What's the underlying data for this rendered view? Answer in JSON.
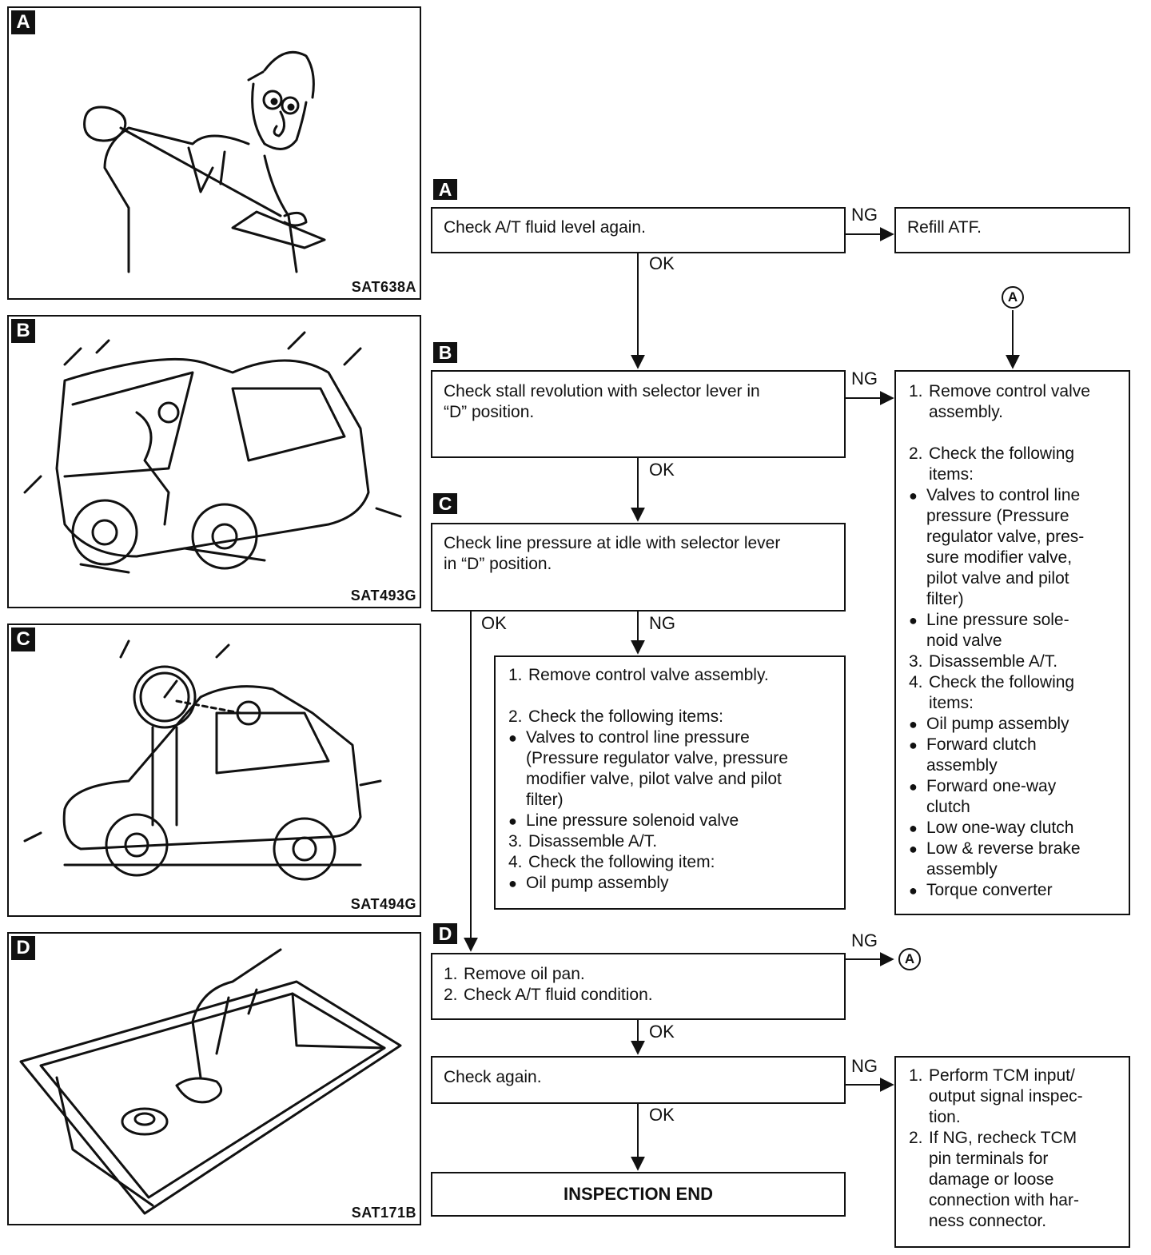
{
  "panels": [
    {
      "tag": "A",
      "code": "SAT638A",
      "icon": "mechanic-checking-dipstick"
    },
    {
      "tag": "B",
      "code": "SAT493G",
      "icon": "car-stall-test"
    },
    {
      "tag": "C",
      "code": "SAT494G",
      "icon": "car-line-pressure-gauge"
    },
    {
      "tag": "D",
      "code": "SAT171B",
      "icon": "oil-pan-inspection"
    }
  ],
  "steps": {
    "A": "A",
    "B": "B",
    "C": "C",
    "D": "D"
  },
  "boxes": {
    "check_fluid": "Check A/T fluid level again.",
    "refill": "Refill ATF.",
    "stall_1": "Check stall revolution with selector lever in",
    "stall_2": "“D” position.",
    "line_1": "Check line pressure at idle with selector lever",
    "line_2": "in “D” position.",
    "oilpan_1": "Remove oil pan.",
    "oilpan_2": "Check A/T fluid condition.",
    "check_again": "Check again.",
    "end": "INSPECTION END"
  },
  "right_box": {
    "n1": "1.",
    "l1a": "Remove control valve",
    "l1b": "assembly.",
    "n2": "2.",
    "l2a": "Check the following",
    "l2b": "items:",
    "b1a": "Valves to control line",
    "b1b": "pressure (Pressure",
    "b1c": "regulator valve, pres-",
    "b1d": "sure modifier valve,",
    "b1e": "pilot valve and pilot",
    "b1f": "filter)",
    "b2a": "Line pressure sole-",
    "b2b": "noid valve",
    "n3": "3.",
    "l3": "Disassemble A/T.",
    "n4": "4.",
    "l4a": "Check the following",
    "l4b": "items:",
    "c1": "Oil pump assembly",
    "c2a": "Forward clutch",
    "c2b": "assembly",
    "c3a": "Forward one-way",
    "c3b": "clutch",
    "c4": "Low one-way clutch",
    "c5a": "Low & reverse brake",
    "c5b": "assembly",
    "c6": "Torque converter"
  },
  "mid_box": {
    "n1": "1.",
    "l1": "Remove control valve assembly.",
    "n2": "2.",
    "l2": "Check the following items:",
    "b1a": "Valves to control line pressure",
    "b1b": "(Pressure regulator valve, pressure",
    "b1c": "modifier valve, pilot valve and pilot",
    "b1d": "filter)",
    "b2": "Line pressure solenoid valve",
    "n3": "3.",
    "l3": "Disassemble A/T.",
    "n4": "4.",
    "l4": "Check the following item:",
    "b3": "Oil pump assembly"
  },
  "tcm_box": {
    "n1": "1.",
    "l1a": "Perform TCM input/",
    "l1b": "output signal inspec-",
    "l1c": "tion.",
    "n2": "2.",
    "l2a": "If NG, recheck TCM",
    "l2b": "pin terminals for",
    "l2c": "damage or loose",
    "l2d": "connection with har-",
    "l2e": "ness connector."
  },
  "labels": {
    "ok": "OK",
    "ng": "NG",
    "connector": "A"
  }
}
